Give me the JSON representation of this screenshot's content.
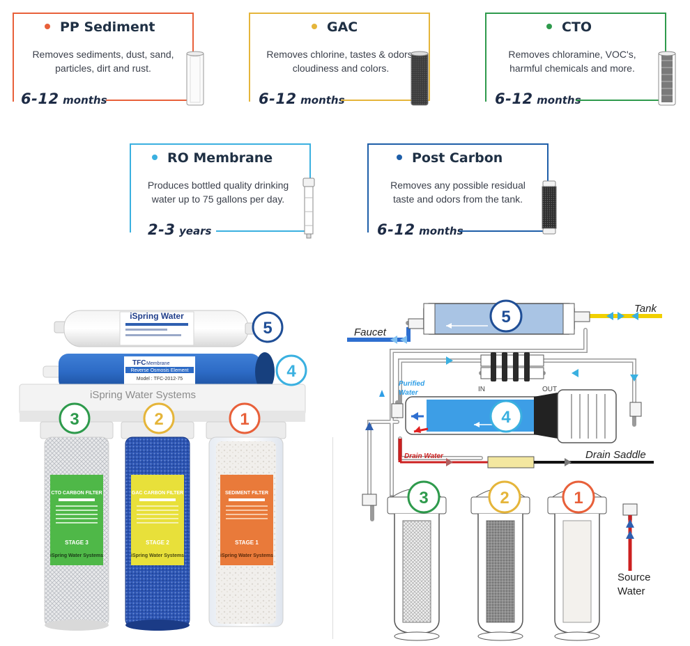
{
  "stages": [
    {
      "title": "PP Sediment",
      "desc_lines": [
        "Removes sediments, dust, sand,",
        "particles, dirt and rust."
      ],
      "life_num": "6-12",
      "life_unit": "months",
      "color": "#e8603a"
    },
    {
      "title": "GAC",
      "desc_lines": [
        "Removes chlorine, tastes & odors,",
        "cloudiness and colors."
      ],
      "life_num": "6-12",
      "life_unit": "months",
      "color": "#e5b53a"
    },
    {
      "title": "CTO",
      "desc_lines": [
        "Removes chloramine, VOC's,",
        "harmful chemicals and more."
      ],
      "life_num": "6-12",
      "life_unit": "months",
      "color": "#2e9a4c"
    },
    {
      "title": "RO Membrane",
      "desc_lines": [
        "Produces bottled quality drinking",
        "water up to 75 gallons per day."
      ],
      "life_num": "2-3",
      "life_unit": "years",
      "color": "#3ab0e0"
    },
    {
      "title": "Post Carbon",
      "desc_lines": [
        "Removes any possible residual",
        "taste and odors from the tank."
      ],
      "life_num": "6-12",
      "life_unit": "months",
      "color": "#1e5ea8"
    }
  ],
  "photo": {
    "brand_top": "iSpring Water",
    "membrane_brand": "TFC",
    "membrane_sub": "Membrane",
    "membrane_name": "Reverse Osmosis Element",
    "membrane_model": "Model : TFC-2012-75",
    "bracket_text": "iSpring Water Systems",
    "numbers": [
      "5",
      "4",
      "3",
      "2",
      "1"
    ],
    "filters": [
      {
        "name": "CTO CARBON FILTER",
        "stage": "STAGE 3",
        "brand": "iSpring Water Systems"
      },
      {
        "name": "GAC CARBON FILTER",
        "stage": "STAGE 2",
        "brand": "iSpring Water Systems"
      },
      {
        "name": "SEDIMENT FILTER",
        "stage": "STAGE 1",
        "brand": "iSpring Water Systems"
      }
    ]
  },
  "diagram": {
    "labels": {
      "tank": "Tank",
      "faucet": "Faucet",
      "in": "IN",
      "out": "OUT",
      "purified1": "Purified",
      "purified2": "Water",
      "drain_water": "Drain Water",
      "drain_saddle": "Drain Saddle",
      "source1": "Source",
      "source2": "Water"
    },
    "numbers": [
      "5",
      "4",
      "3",
      "2",
      "1"
    ]
  }
}
